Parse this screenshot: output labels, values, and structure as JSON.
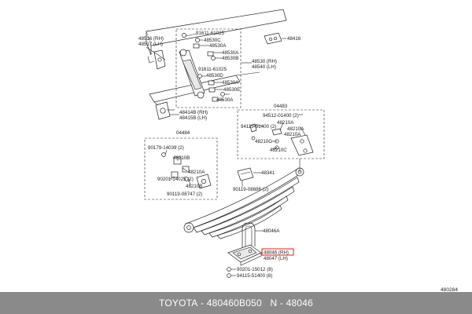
{
  "diagram": {
    "figure_number": "480284",
    "group_labels": [
      "04483",
      "04484"
    ],
    "part_labels": {
      "p48516": "48516 (RH)",
      "p48517": "48517 (LH)",
      "p91611a": "91611-61025",
      "p48530C": "48530C",
      "p48530A1": "48530A",
      "p48530B": "48530B",
      "p48416": "48416",
      "p48530rh": "48530 (RH)",
      "p48540lh": "48540 (LH)",
      "p91611b": "91611-61025",
      "p48530D": "48530D",
      "p48530A2": "48530A",
      "p48530E": "48530E",
      "p48530A3": "48530A",
      "p48414": "48414B (RH)",
      "p48415": "48415B (LH)",
      "p94512": "94512-01400 (2)",
      "p94115a": "94115-51400 (2)",
      "p48210A1": "48210A",
      "p48210A2": "48210A",
      "p48210C1": "48210C",
      "p48210C2": "48210C",
      "p90179": "90179-14039 (2)",
      "p48210B": "48210B",
      "p48210A3": "48210A",
      "p90201a": "90201-14025 (2)",
      "p48210B2": "48210B",
      "p90119a": "90119-08747 (2)",
      "p48341": "48341",
      "p90119b": "90119-08686 (2)",
      "p48046A": "48046A",
      "p48046rh": "48046 (RH)",
      "p48047lh": "48047 (LH)",
      "p90201b": "90201-15012 (8)",
      "p94115b": "94115-51400 (8)"
    },
    "highlighted_part": "48046 (RH)",
    "highlight_color": "#e8332a"
  },
  "caption": {
    "brand": "TOYOTA",
    "separator": " - ",
    "part_number": "480460B050",
    "gap": "   ",
    "reference": "N - 48046"
  },
  "colors": {
    "caption_background": "#8a8a8a",
    "caption_text": "#ffffff"
  }
}
